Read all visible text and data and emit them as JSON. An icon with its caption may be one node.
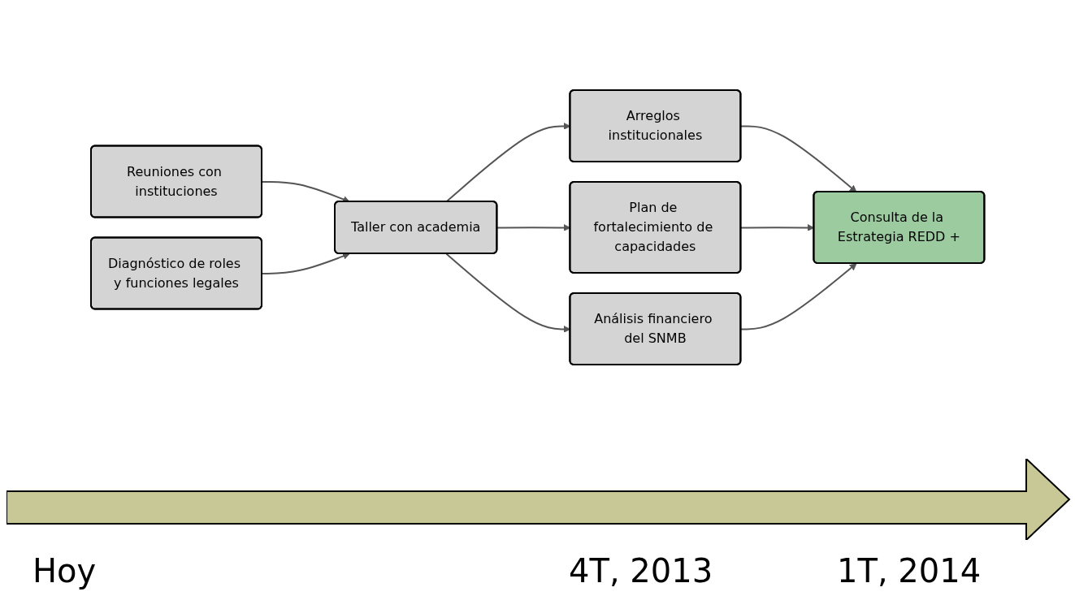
{
  "diagram": {
    "nodes": [
      {
        "text": [
          "Reuniones con instituciones"
        ]
      },
      {
        "text": [
          "Diagnóstico de roles y funciones legales"
        ]
      },
      {
        "text": [
          "Taller con academia"
        ]
      },
      {
        "text": [
          "Arreglos institucionales"
        ]
      },
      {
        "text": [
          "Plan de fortalecimiento de capacidades"
        ]
      },
      {
        "text": [
          "Análisis financiero del SNMB"
        ]
      },
      {
        "text": [
          "Consulta de la Estrategia REDD +"
        ]
      }
    ],
    "edges": [
      {
        "from": 0,
        "to": 2,
        "arrow": "to"
      },
      {
        "from": 1,
        "to": 2,
        "arrow": "to"
      },
      {
        "from": 2,
        "to": 3,
        "arrow": "to"
      },
      {
        "from": 2,
        "to": 4,
        "arrow": "to"
      },
      {
        "from": 2,
        "to": 5,
        "arrow": "to"
      },
      {
        "from": 3,
        "to": 6,
        "arrow": "to"
      },
      {
        "from": 4,
        "to": 6,
        "arrow": "to"
      },
      {
        "from": 5,
        "to": 6,
        "arrow": "to"
      }
    ],
    "labels": [
      "Hoy",
      "4T, 2013",
      "1T, 2014"
    ]
  }
}
